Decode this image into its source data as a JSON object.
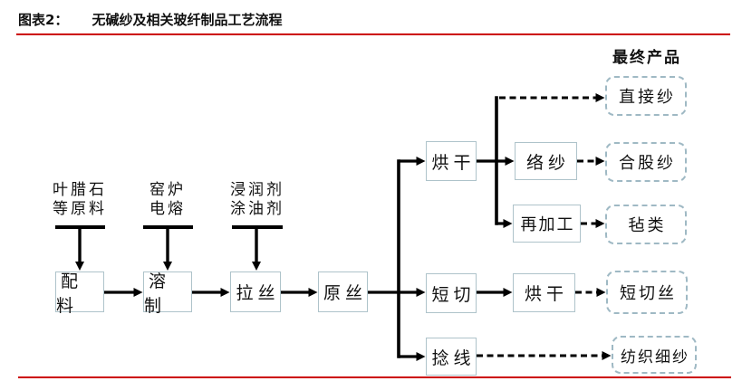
{
  "figure": {
    "caption_label": "图表2：",
    "caption_title": "无碱纱及相关玻纤制品工艺流程"
  },
  "diagram": {
    "final_products_heading": "最终产品",
    "material_inputs": [
      {
        "line1": "叶腊石",
        "line2": "等原料"
      },
      {
        "line1": "窑炉",
        "line2": "电熔"
      },
      {
        "line1": "浸润剂",
        "line2": "涂油剂"
      }
    ],
    "steps": {
      "batching": "配料",
      "melting": "溶制",
      "drawing": "拉丝",
      "strand": "原丝",
      "drying_top": "烘干",
      "chopping": "短切",
      "twisting": "捻线",
      "winding": "络纱",
      "reprocessing": "再加工",
      "drying_bottom": "烘干"
    },
    "products": {
      "direct_yarn": "直接纱",
      "plied_yarn": "合股纱",
      "mats": "毡类",
      "chopped_strand": "短切丝",
      "textile_fine_yarn": "纺织细纱"
    }
  },
  "colors": {
    "accent_red": "#cc0000",
    "box_border": "#aec3ca",
    "connector": "#000000"
  }
}
